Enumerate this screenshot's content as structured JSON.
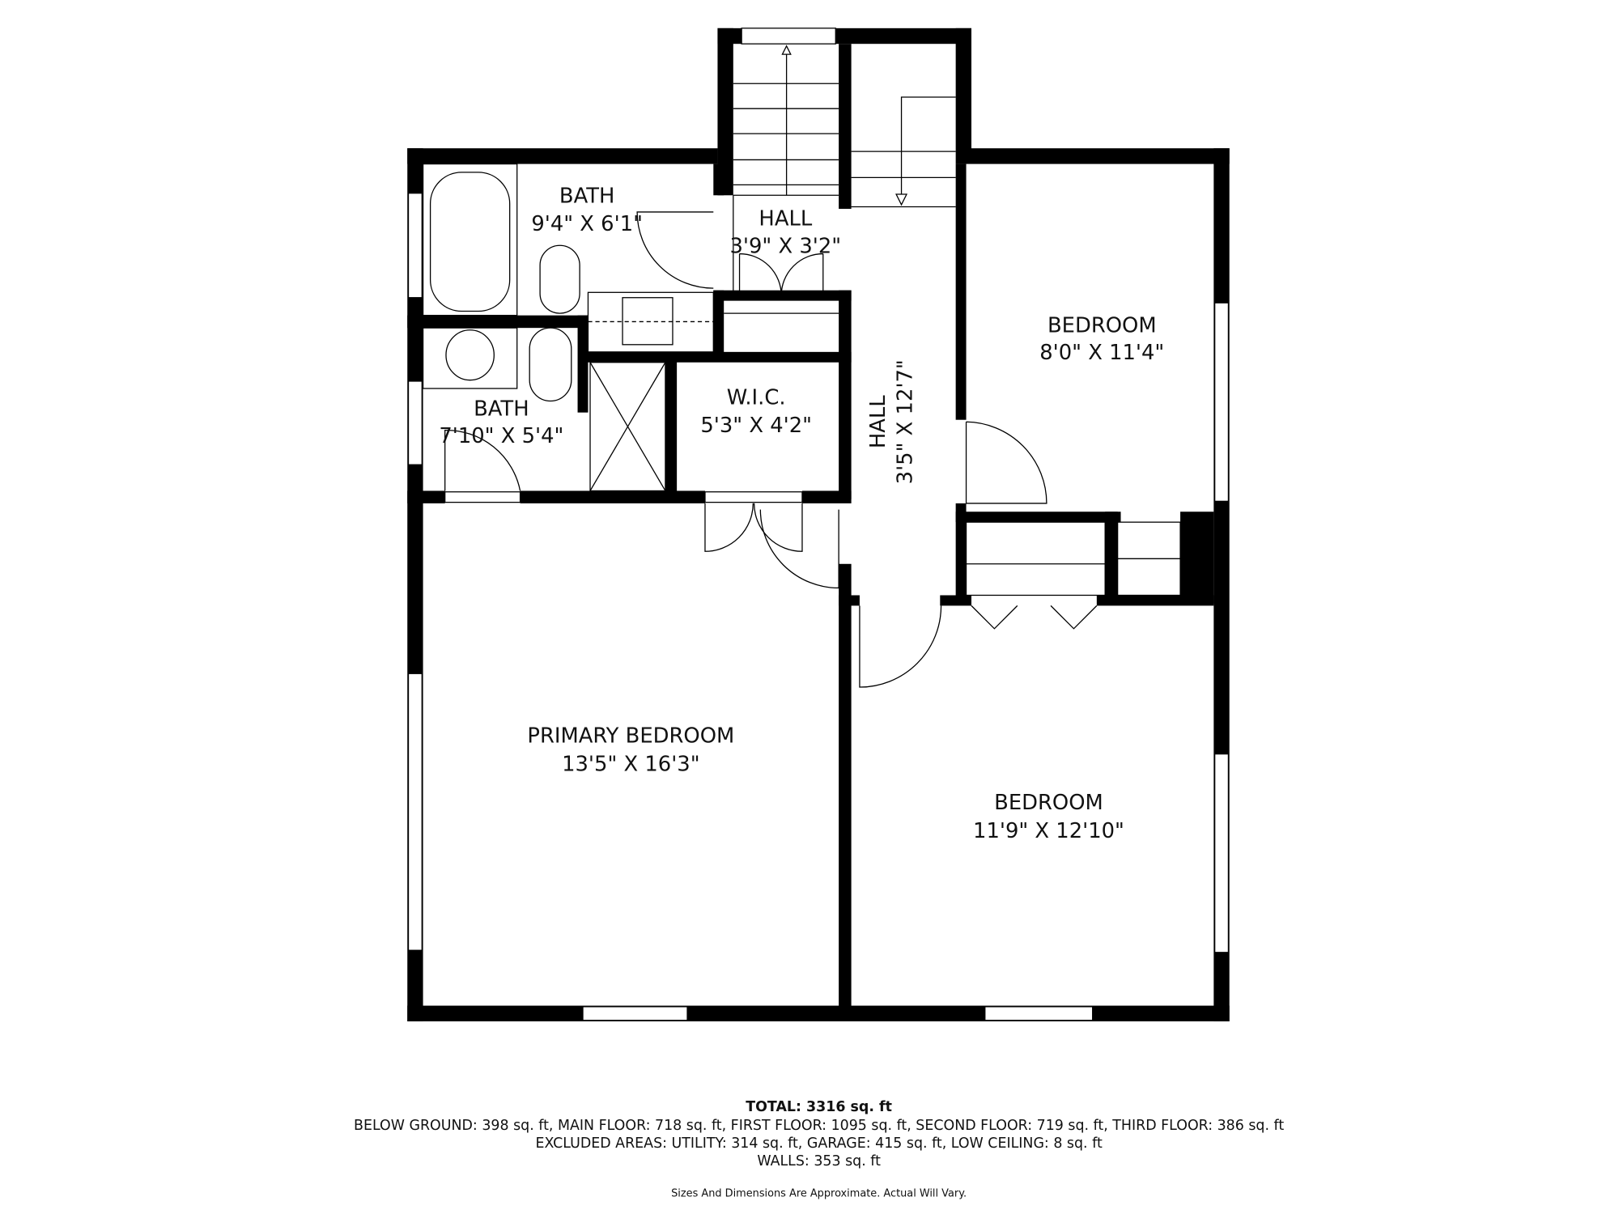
{
  "rooms": {
    "bath_upper": {
      "name": "BATH",
      "dims": "9'4\" X 6'1\""
    },
    "hall_small": {
      "name": "HALL",
      "dims": "3'9\" X 3'2\""
    },
    "bedroom_upper_right": {
      "name": "BEDROOM",
      "dims": "8'0\" X 11'4\""
    },
    "bath_lower": {
      "name": "BATH",
      "dims": "7'10\" X 5'4\""
    },
    "wic": {
      "name": "W.I.C.",
      "dims": "5'3\" X 4'2\""
    },
    "hall_long": {
      "name": "HALL",
      "dims": "3'5\" X 12'7\""
    },
    "primary_bedroom": {
      "name": "PRIMARY BEDROOM",
      "dims": "13'5\" X 16'3\""
    },
    "bedroom_lower_right": {
      "name": "BEDROOM",
      "dims": "11'9\" X 12'10\""
    }
  },
  "footer": {
    "total": "TOTAL: 3316 sq. ft",
    "floors": "BELOW GROUND: 398 sq. ft, MAIN FLOOR: 718 sq. ft, FIRST FLOOR: 1095 sq. ft, SECOND FLOOR: 719 sq. ft, THIRD FLOOR: 386 sq. ft",
    "excluded": "EXCLUDED AREAS: UTILITY: 314 sq. ft, GARAGE: 415 sq. ft, LOW CEILING: 8 sq. ft",
    "walls": "WALLS: 353 sq. ft",
    "disclaimer": "Sizes And Dimensions Are Approximate. Actual Will Vary."
  }
}
